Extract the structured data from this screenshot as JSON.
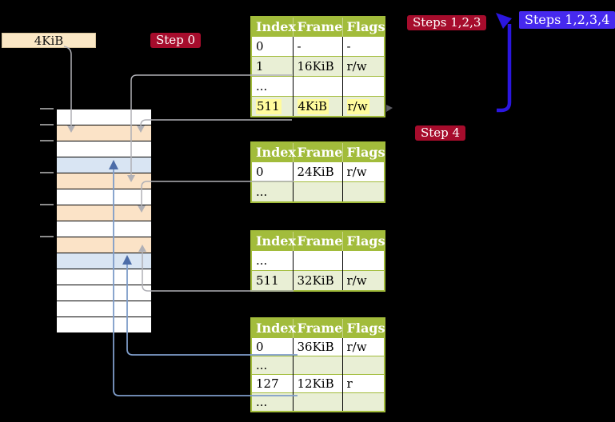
{
  "title_box": {
    "label": "4KiB"
  },
  "step_labels": {
    "step0": "Step 0",
    "steps123": "Steps 1,2,3",
    "steps1234": "Steps 1,2,3,4",
    "step4": "Step 4"
  },
  "tables": [
    {
      "name": "page-table-top",
      "headers": [
        "Index",
        "Frame",
        "Flags"
      ],
      "rows": [
        {
          "cells": [
            "0",
            "-",
            "-"
          ]
        },
        {
          "cells": [
            "1",
            "16KiB",
            "r/w"
          ]
        },
        {
          "cells": [
            "...",
            "",
            ""
          ]
        },
        {
          "cells": [
            "511",
            "4KiB",
            "r/w"
          ],
          "highlight": true
        }
      ]
    },
    {
      "name": "page-table-second",
      "headers": [
        "Index",
        "Frame",
        "Flags"
      ],
      "rows": [
        {
          "cells": [
            "0",
            "24KiB",
            "r/w"
          ]
        },
        {
          "cells": [
            "...",
            "",
            ""
          ]
        }
      ]
    },
    {
      "name": "page-table-third",
      "headers": [
        "Index",
        "Frame",
        "Flags"
      ],
      "rows": [
        {
          "cells": [
            "...",
            "",
            ""
          ]
        },
        {
          "cells": [
            "511",
            "32KiB",
            "r/w"
          ]
        }
      ]
    },
    {
      "name": "page-table-bottom",
      "headers": [
        "Index",
        "Frame",
        "Flags"
      ],
      "rows": [
        {
          "cells": [
            "0",
            "36KiB",
            "r/w"
          ]
        },
        {
          "cells": [
            "...",
            "",
            ""
          ]
        },
        {
          "cells": [
            "127",
            "12KiB",
            "r"
          ]
        },
        {
          "cells": [
            "...",
            "",
            ""
          ]
        }
      ]
    }
  ],
  "memory": {
    "rows": [
      "white",
      "peach",
      "white",
      "blue",
      "peach",
      "white",
      "peach",
      "white",
      "peach",
      "blue",
      "white",
      "white",
      "white",
      "white"
    ]
  },
  "colors": {
    "background": "#000000",
    "step_label_red": "#A60C2C",
    "steps_label_blue": "#4629EE",
    "table_header_green": "#A2BC3B",
    "table_row_light_green": "#E9EFD5",
    "highlight_yellow": "#FFFB9D",
    "memory_peach": "#FBE3C7",
    "memory_blue": "#D9E5F3",
    "label_box_cream": "#FAE7C5",
    "connector_gray": "#B0B0B6",
    "connector_light_blue": "#7E9CC9",
    "big_arrow_blue": "#2B16E0"
  }
}
